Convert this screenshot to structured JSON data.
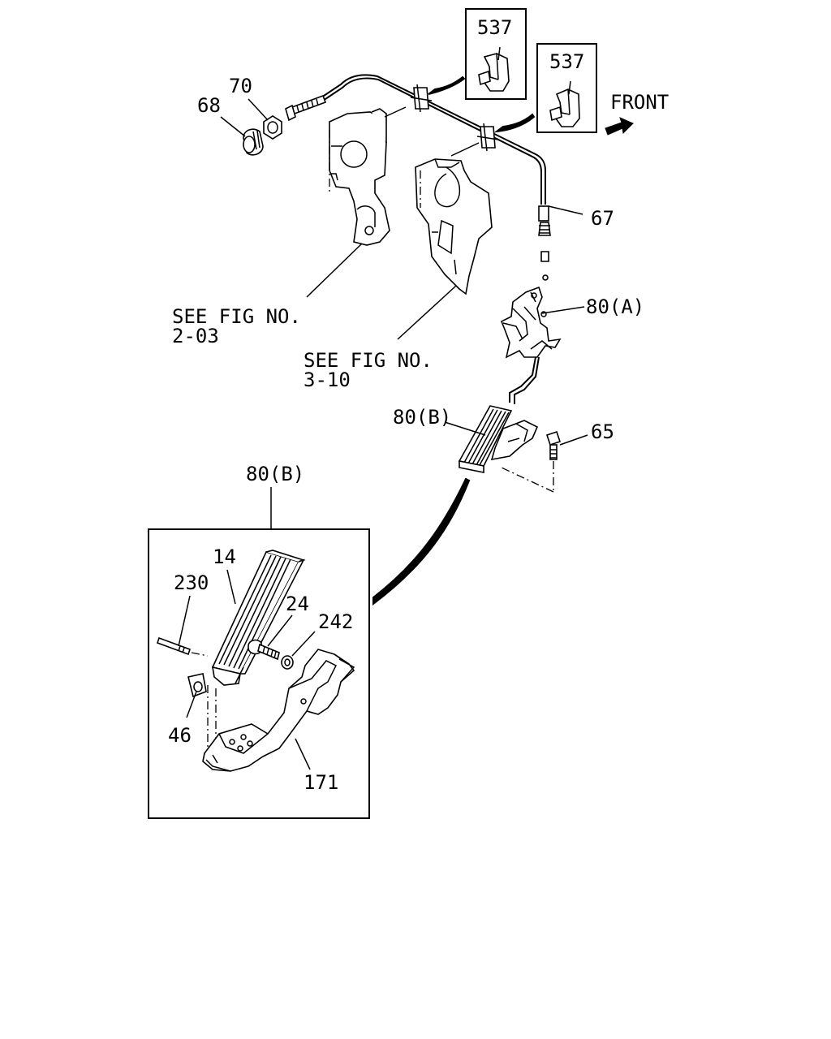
{
  "labels": {
    "part_537_a": "537",
    "part_537_b": "537",
    "front": "FRONT",
    "part_68": "68",
    "part_70": "70",
    "part_67": "67",
    "part_80a": "80(A)",
    "see_fig_1_line1": "SEE FIG NO.",
    "see_fig_1_line2": "2-03",
    "see_fig_2_line1": "SEE FIG NO.",
    "see_fig_2_line2": "3-10",
    "part_80b_main": "80(B)",
    "part_65": "65",
    "part_80b_inset": "80(B)",
    "part_14": "14",
    "part_230": "230",
    "part_24": "24",
    "part_242": "242",
    "part_46": "46",
    "part_171": "171"
  }
}
